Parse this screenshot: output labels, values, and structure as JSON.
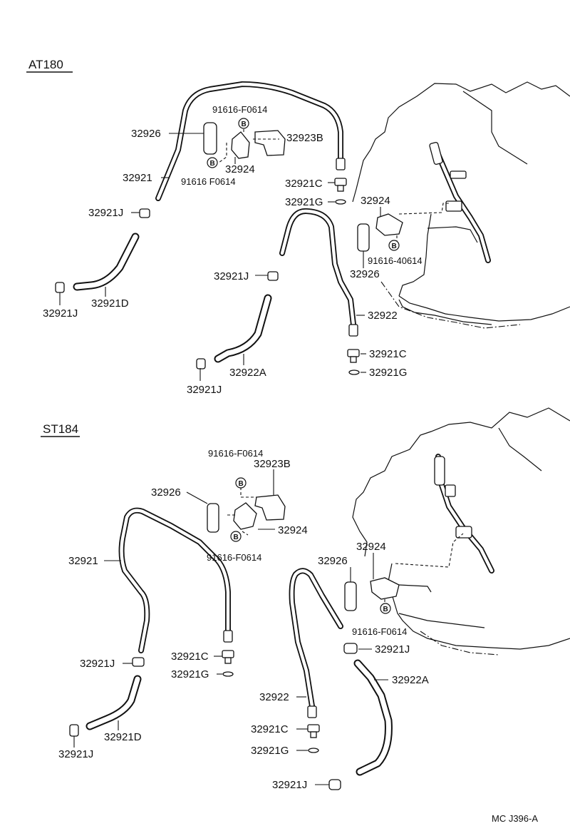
{
  "sections": {
    "top": {
      "title": "AT180"
    },
    "bottom": {
      "title": "ST184"
    }
  },
  "parts": {
    "hose_32921": "32921",
    "pipe_32922": "32922",
    "hose_32921D": "32921D",
    "hose_32922A": "32922A",
    "clamp_32921J": "32921J",
    "union_32921C": "32921C",
    "gasket_32921G": "32921G",
    "bracket_32923B": "32923B",
    "clamp_32924": "32924",
    "sleeve_32926": "32926",
    "bolt_91616F0614": "91616-F0614",
    "bolt_91616F0614_alt": "91616 F0614",
    "bolt_9161640614": "91616-40614"
  },
  "bolt_marker": "B",
  "footer": {
    "code": "MC  J396-A"
  }
}
